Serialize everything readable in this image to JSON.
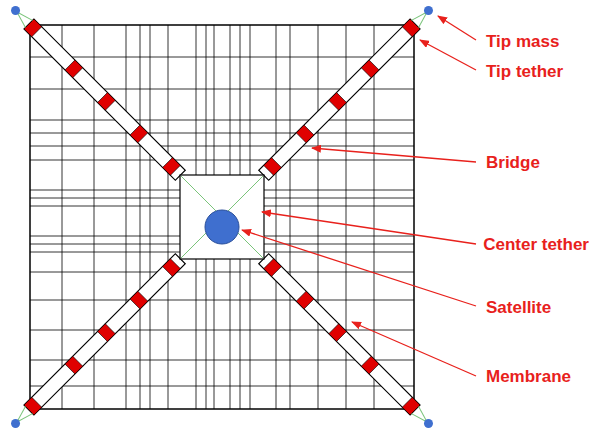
{
  "diagram": {
    "labels": [
      "Tip mass",
      "Tip tether",
      "Bridge",
      "Center tether",
      "Satellite",
      "Membrane"
    ]
  }
}
